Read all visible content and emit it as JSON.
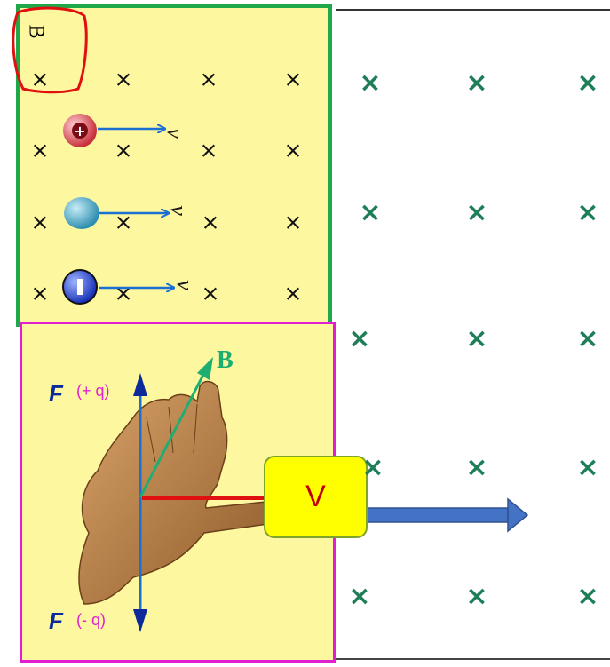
{
  "diagram": {
    "field_symbol": "×",
    "top_panel": {
      "field_label": "B",
      "velocity_label": "v",
      "particles": [
        {
          "sign": "+",
          "color": "#e0525a"
        },
        {
          "sign": "",
          "color": "#4aa9c9"
        },
        {
          "sign": "-",
          "color": "#1f3fd1"
        }
      ]
    },
    "hand_panel": {
      "force_symbol": "F",
      "force_up_charge": "(+ q)",
      "force_down_charge": "(- q)",
      "field_label": "B"
    },
    "velocity_box_label": "V",
    "colors": {
      "top_panel_bg": "#fdf7a0",
      "top_panel_border": "#1fa84a",
      "hand_panel_border": "#e21ed1",
      "field_x_green": "#1e7e57",
      "highlight_circle": "#e01010",
      "velocity_box_fill": "#ffff00",
      "velocity_box_text": "#c00000",
      "big_arrow": "#4472c4"
    }
  }
}
